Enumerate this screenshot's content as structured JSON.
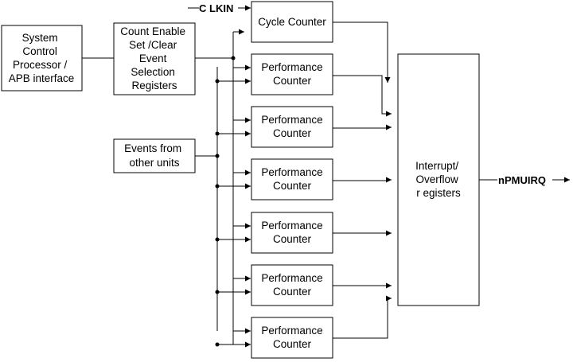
{
  "blocks": {
    "system_control": [
      "System",
      "Control",
      "Processor /",
      "APB interface"
    ],
    "count_enable": [
      "Count Enable",
      "Set /Clear",
      "Event",
      "Selection",
      "Registers"
    ],
    "events_other": [
      "Events from",
      "other units"
    ],
    "cycle_counter": [
      "Cycle Counter"
    ],
    "performance_counter": [
      "Performance",
      "Counter"
    ],
    "interrupt_overflow": [
      "Interrupt/",
      "Overflow",
      "r egisters"
    ]
  },
  "signals": {
    "clock_in": "C LKIN",
    "irq_out": "nPMUIRQ"
  },
  "performance_counter_count": 6,
  "colors": {
    "line": "#000000",
    "background": "#ffffff"
  }
}
